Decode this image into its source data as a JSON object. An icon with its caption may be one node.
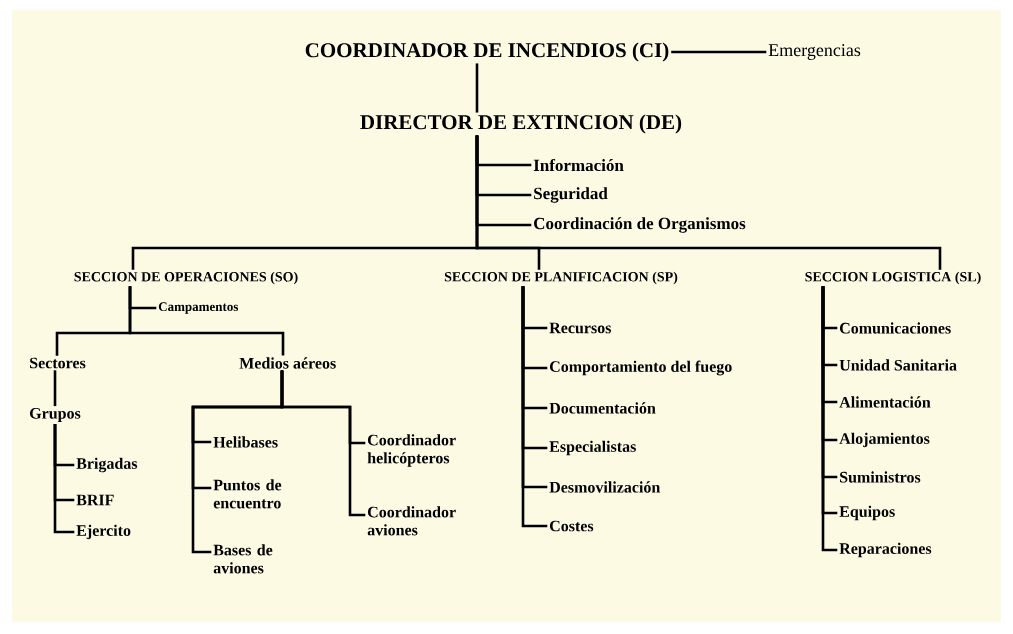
{
  "diagram": {
    "nodes": [
      {
        "text": [
          "COORDINADOR DE INCENDIOS (CI)"
        ]
      },
      {
        "text": [
          "Emergencias"
        ]
      },
      {
        "text": [
          "DIRECTOR DE EXTINCION (DE)"
        ]
      },
      {
        "text": [
          "Información"
        ]
      },
      {
        "text": [
          "Seguridad"
        ]
      },
      {
        "text": [
          "Coordinación de Organismos"
        ]
      },
      {
        "text": [
          "SECCION DE OPERACIONES (SO)"
        ]
      },
      {
        "text": [
          "SECCION DE PLANIFICACION (SP)"
        ]
      },
      {
        "text": [
          "SECCION LOGISTICA (SL)"
        ]
      },
      {
        "text": [
          "Campamentos"
        ]
      },
      {
        "text": [
          "Sectores"
        ]
      },
      {
        "text": [
          "Medios aéreos"
        ]
      },
      {
        "text": [
          "Grupos"
        ]
      },
      {
        "text": [
          "Brigadas"
        ]
      },
      {
        "text": [
          "BRIF"
        ]
      },
      {
        "text": [
          "Ejercito"
        ]
      },
      {
        "text": [
          "Helibases"
        ]
      },
      {
        "text": [
          "Puntos de encuentro"
        ]
      },
      {
        "text": [
          "Bases de aviones"
        ]
      },
      {
        "text": [
          "Coordinador helicópteros"
        ]
      },
      {
        "text": [
          "Coordinador aviones"
        ]
      },
      {
        "text": [
          "Recursos"
        ]
      },
      {
        "text": [
          "Comportamiento del fuego"
        ]
      },
      {
        "text": [
          "Documentación"
        ]
      },
      {
        "text": [
          "Especialistas"
        ]
      },
      {
        "text": [
          "Desmovilización"
        ]
      },
      {
        "text": [
          "Costes"
        ]
      },
      {
        "text": [
          "Comunicaciones"
        ]
      },
      {
        "text": [
          "Unidad Sanitaria"
        ]
      },
      {
        "text": [
          "Alimentación"
        ]
      },
      {
        "text": [
          "Alojamientos"
        ]
      },
      {
        "text": [
          "Suministros"
        ]
      },
      {
        "text": [
          "Equipos"
        ]
      },
      {
        "text": [
          "Reparaciones"
        ]
      }
    ],
    "edges": [
      {
        "from": 0,
        "to": 2,
        "arrow": "none"
      },
      {
        "from": 0,
        "to": 1,
        "arrow": "none"
      },
      {
        "from": 2,
        "to": 3,
        "arrow": "none"
      },
      {
        "from": 2,
        "to": 4,
        "arrow": "none"
      },
      {
        "from": 2,
        "to": 5,
        "arrow": "none"
      },
      {
        "from": 2,
        "to": 6,
        "arrow": "none"
      },
      {
        "from": 2,
        "to": 7,
        "arrow": "none"
      },
      {
        "from": 2,
        "to": 8,
        "arrow": "none"
      },
      {
        "from": 6,
        "to": 9,
        "arrow": "none"
      },
      {
        "from": 6,
        "to": 10,
        "arrow": "none"
      },
      {
        "from": 6,
        "to": 11,
        "arrow": "none"
      },
      {
        "from": 10,
        "to": 12,
        "arrow": "none"
      },
      {
        "from": 12,
        "to": 13,
        "arrow": "none"
      },
      {
        "from": 12,
        "to": 14,
        "arrow": "none"
      },
      {
        "from": 12,
        "to": 15,
        "arrow": "none"
      },
      {
        "from": 11,
        "to": 16,
        "arrow": "none"
      },
      {
        "from": 11,
        "to": 17,
        "arrow": "none"
      },
      {
        "from": 11,
        "to": 18,
        "arrow": "none"
      },
      {
        "from": 11,
        "to": 19,
        "arrow": "none"
      },
      {
        "from": 11,
        "to": 20,
        "arrow": "none"
      },
      {
        "from": 7,
        "to": 21,
        "arrow": "none"
      },
      {
        "from": 7,
        "to": 22,
        "arrow": "none"
      },
      {
        "from": 7,
        "to": 23,
        "arrow": "none"
      },
      {
        "from": 7,
        "to": 24,
        "arrow": "none"
      },
      {
        "from": 7,
        "to": 25,
        "arrow": "none"
      },
      {
        "from": 7,
        "to": 26,
        "arrow": "none"
      },
      {
        "from": 8,
        "to": 27,
        "arrow": "none"
      },
      {
        "from": 8,
        "to": 28,
        "arrow": "none"
      },
      {
        "from": 8,
        "to": 29,
        "arrow": "none"
      },
      {
        "from": 8,
        "to": 30,
        "arrow": "none"
      },
      {
        "from": 8,
        "to": 31,
        "arrow": "none"
      },
      {
        "from": 8,
        "to": 32,
        "arrow": "none"
      },
      {
        "from": 8,
        "to": 33,
        "arrow": "none"
      }
    ]
  }
}
